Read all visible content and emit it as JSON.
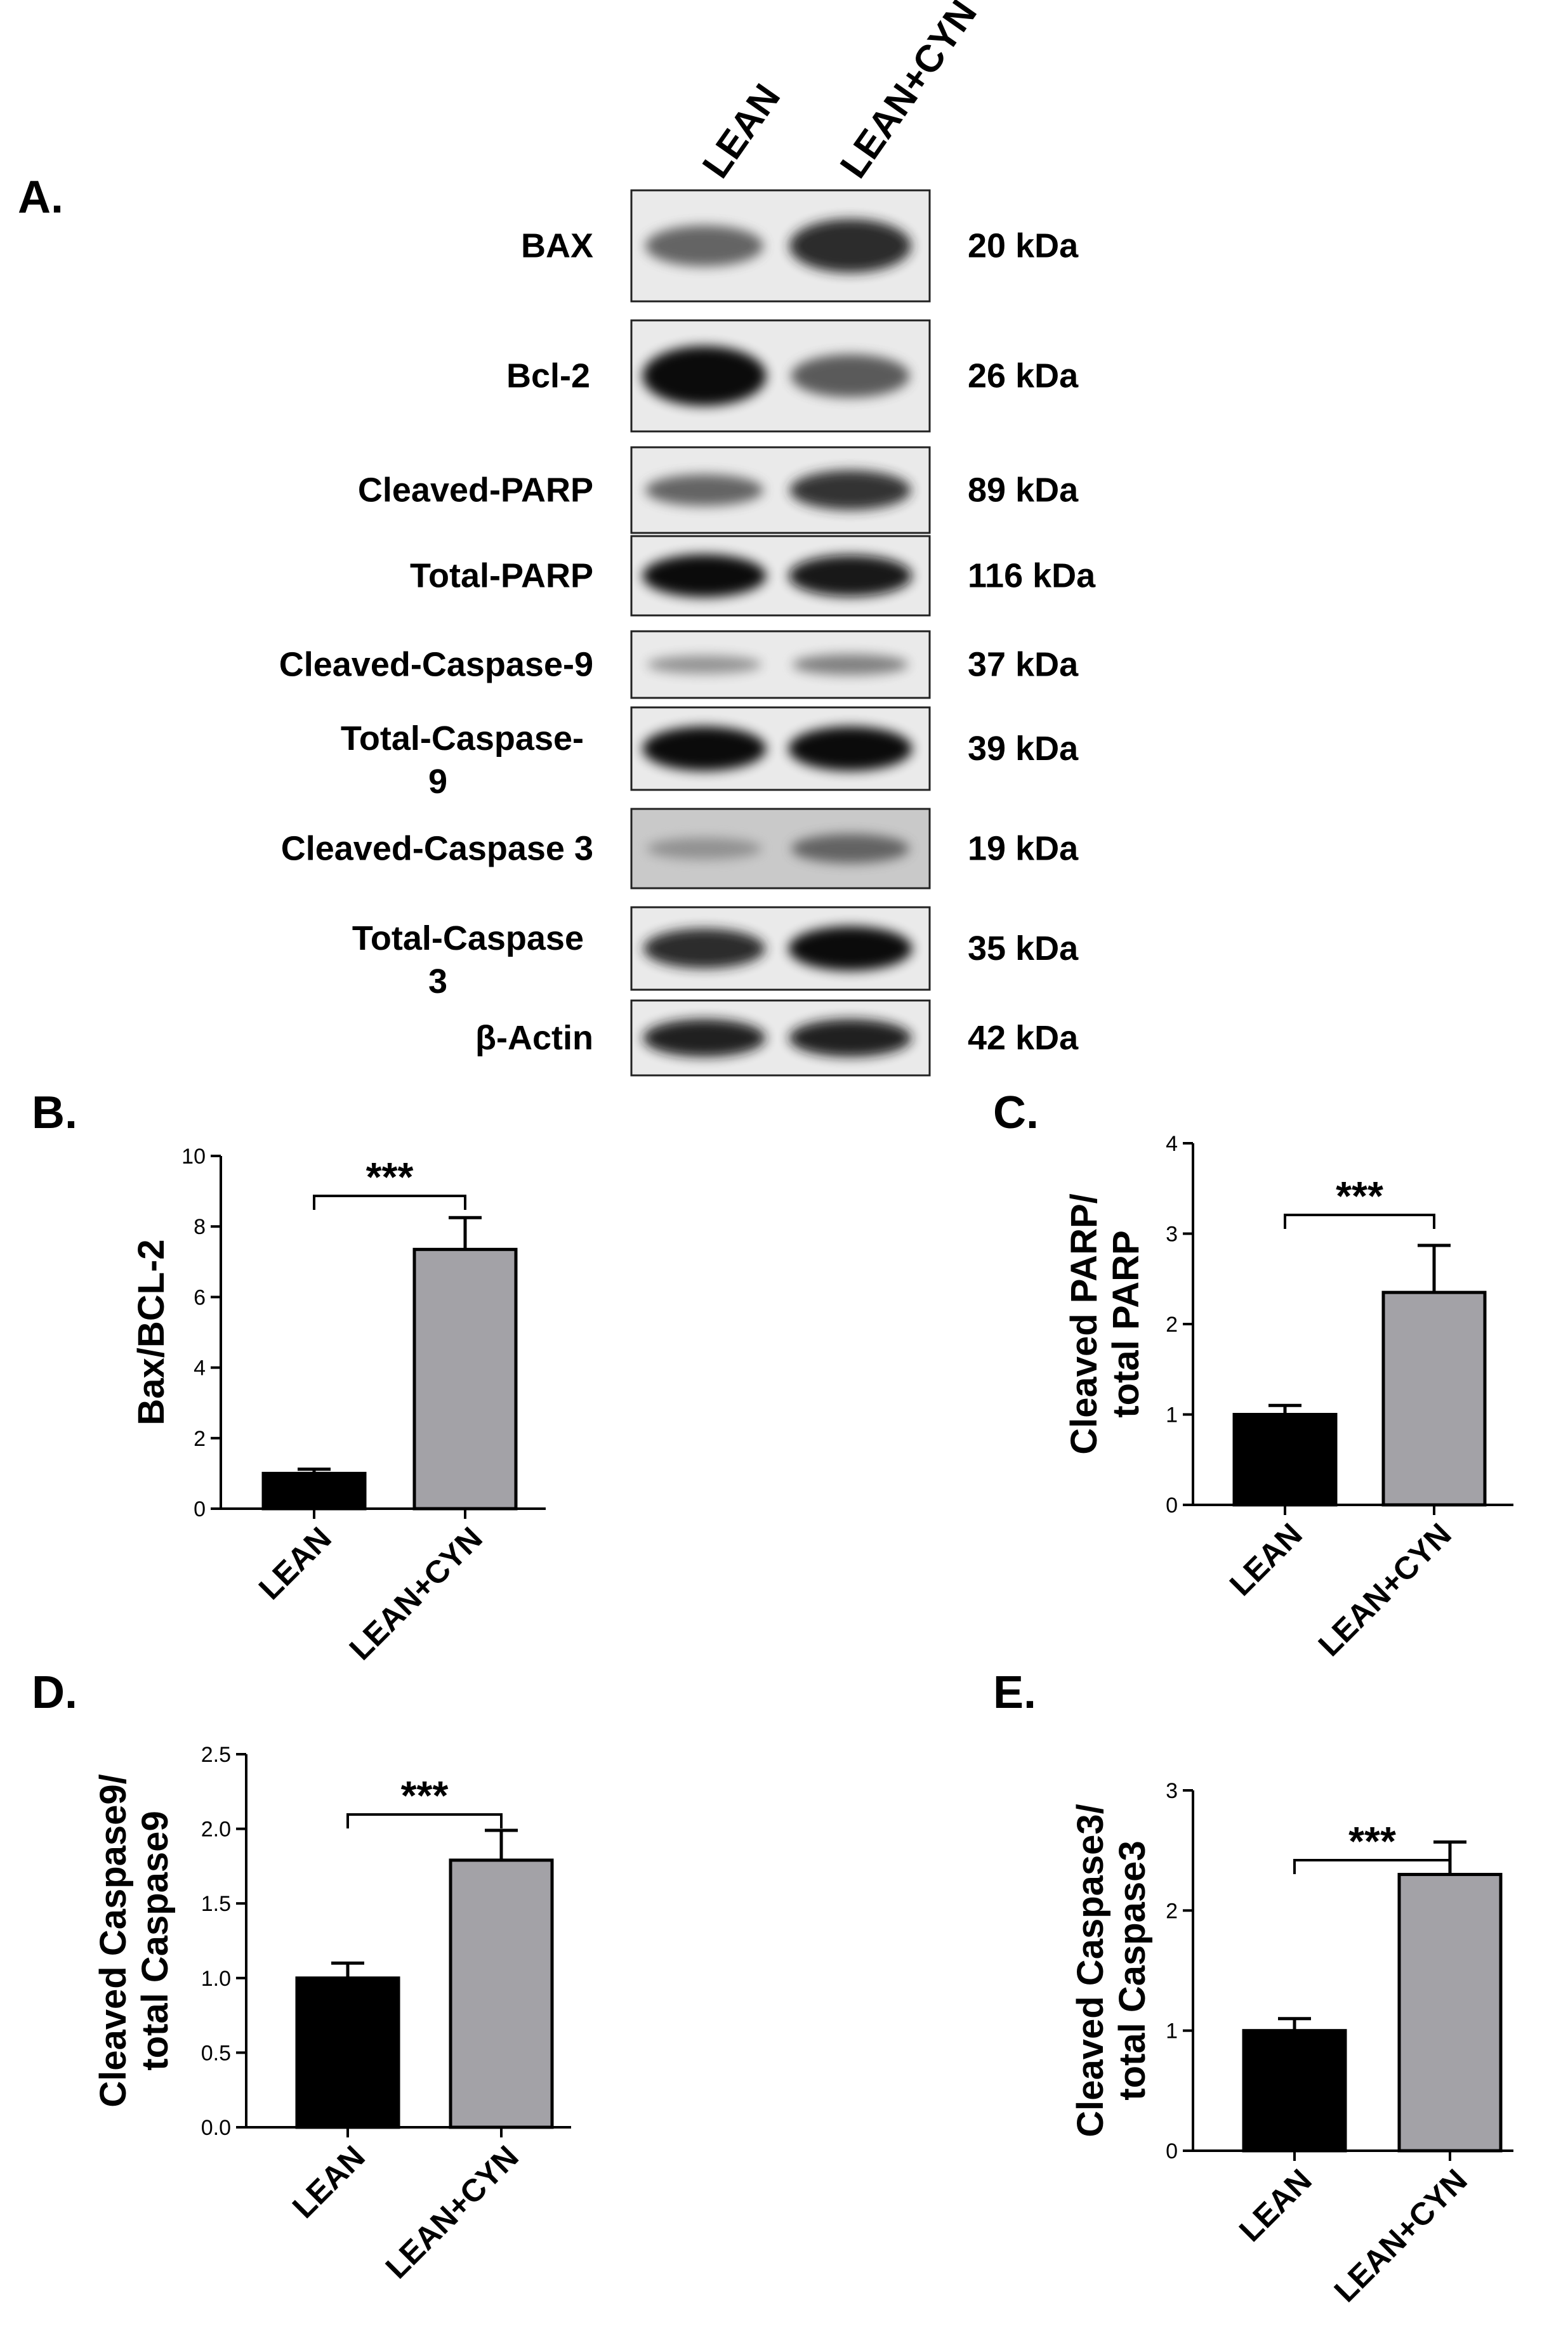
{
  "panel_labels": [
    "A.",
    "B.",
    "C.",
    "D.",
    "E."
  ],
  "blot": {
    "lanes": [
      "LEAN",
      "LEAN+CYN"
    ],
    "rows": [
      {
        "protein": "BAX",
        "mw": "20 kDa",
        "bands": [
          0.55,
          0.85
        ]
      },
      {
        "protein": "Bcl-2",
        "mw": "26 kDa",
        "bands": [
          1.0,
          0.6
        ]
      },
      {
        "protein": "Cleaved-PARP",
        "mw": "89 kDa",
        "bands": [
          0.55,
          0.8
        ]
      },
      {
        "protein": "Total-PARP",
        "mw": "116 kDa",
        "bands": [
          1.0,
          0.95
        ]
      },
      {
        "protein": "Cleaved-Caspase-9",
        "mw": "37 kDa",
        "bands": [
          0.3,
          0.4
        ]
      },
      {
        "protein": "Total-Caspase-9",
        "protein_line2": "9",
        "protein_line1": "Total-Caspase-",
        "mw": "39 kDa",
        "bands": [
          1.0,
          1.0
        ]
      },
      {
        "protein": "Cleaved-Caspase 3",
        "mw": "19 kDa",
        "bands": [
          0.3,
          0.55
        ]
      },
      {
        "protein": "Total-Caspase 3",
        "protein_line1": "Total-Caspase",
        "protein_line2": "3",
        "mw": "35 kDa",
        "bands": [
          0.85,
          1.0
        ]
      },
      {
        "protein": "β-Actin",
        "mw": "42 kDa",
        "bands": [
          0.9,
          0.9
        ]
      }
    ]
  },
  "chart_data": [
    {
      "panel": "B.",
      "type": "bar",
      "categories": [
        "LEAN",
        "LEAN+CYN"
      ],
      "values": [
        1.0,
        7.35
      ],
      "errors": [
        0.12,
        0.9
      ],
      "ylabel": "Bax/BCL-2",
      "ylim": [
        0,
        10
      ],
      "yticks": [
        "0",
        "2",
        "4",
        "6",
        "8",
        "10"
      ],
      "significance": "***",
      "colors": [
        "#000000",
        "#a3a2a7"
      ]
    },
    {
      "panel": "C.",
      "type": "bar",
      "categories": [
        "LEAN",
        "LEAN+CYN"
      ],
      "values": [
        1.0,
        2.35
      ],
      "errors": [
        0.1,
        0.52
      ],
      "ylabel_lines": [
        "Cleaved PARP/",
        "total PARP"
      ],
      "ylim": [
        0,
        4
      ],
      "yticks": [
        "0",
        "1",
        "2",
        "3",
        "4"
      ],
      "significance": "***",
      "colors": [
        "#000000",
        "#a3a2a7"
      ]
    },
    {
      "panel": "D.",
      "type": "bar",
      "categories": [
        "LEAN",
        "LEAN+CYN"
      ],
      "values": [
        1.0,
        1.79
      ],
      "errors": [
        0.1,
        0.2
      ],
      "ylabel_lines": [
        "Cleaved Caspase9/",
        "total Caspase9"
      ],
      "ylim": [
        0,
        2.5
      ],
      "yticks": [
        "0.0",
        "0.5",
        "1.0",
        "1.5",
        "2.0",
        "2.5"
      ],
      "significance": "***",
      "colors": [
        "#000000",
        "#a3a2a7"
      ]
    },
    {
      "panel": "E.",
      "type": "bar",
      "categories": [
        "LEAN",
        "LEAN+CYN"
      ],
      "values": [
        1.0,
        2.3
      ],
      "errors": [
        0.1,
        0.27
      ],
      "ylabel_lines": [
        "Cleaved Caspase3/",
        "total Caspase3"
      ],
      "ylim": [
        0,
        3
      ],
      "yticks": [
        "0",
        "1",
        "2",
        "3"
      ],
      "significance": "***",
      "colors": [
        "#000000",
        "#a3a2a7"
      ]
    }
  ]
}
